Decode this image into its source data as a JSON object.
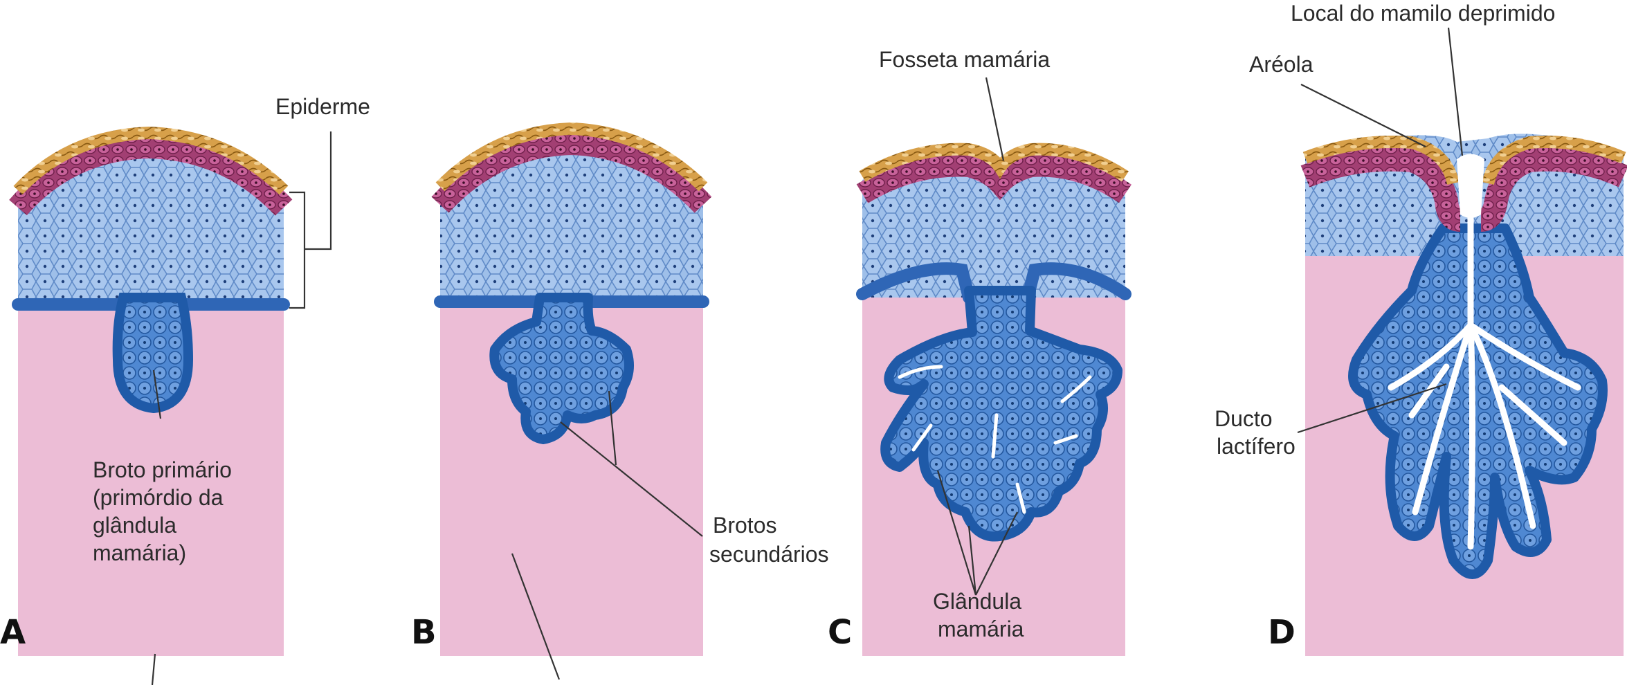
{
  "panels": [
    {
      "letter": "A"
    },
    {
      "letter": "B"
    },
    {
      "letter": "C"
    },
    {
      "letter": "D"
    }
  ],
  "labels": {
    "epiderme": "Epiderme",
    "broto_primario": [
      "Broto primário",
      "(primórdio da",
      "glândula",
      "mamária)"
    ],
    "brotos_secundarios": [
      "Brotos",
      "secundários"
    ],
    "fosseta_mamaria": "Fosseta mamária",
    "glandula_mamaria": [
      "Glândula",
      "mamária"
    ],
    "local_mamilo": "Local do mamilo deprimido",
    "areola": "Aréola",
    "ducto_lactifero": [
      "Ducto",
      "lactífero"
    ]
  },
  "colors": {
    "dermis": "#ecbdd6",
    "epidermis_basal": "#8fb4e6",
    "bud_cells": "#3c78c8",
    "pink_layer": "#b0447c",
    "surface": "#c98d2a",
    "duct_lumen": "#ffffff"
  }
}
